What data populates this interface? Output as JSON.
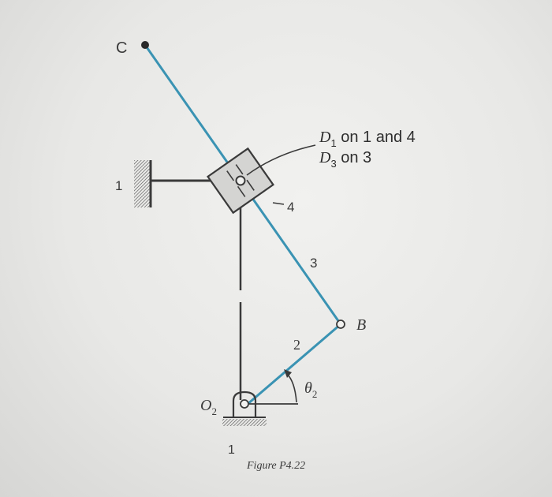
{
  "figure": {
    "caption": "Figure P4.22",
    "points": {
      "C": "C",
      "B": "B",
      "O2": "O",
      "O2_sub": "2"
    },
    "link_labels": {
      "ground_left": "1",
      "ground_bottom": "1",
      "link2": "2",
      "link3": "3",
      "link4": "4"
    },
    "angle": {
      "symbol": "θ",
      "sub": "2"
    },
    "annotation": {
      "line1": {
        "main": "D",
        "sub": "1",
        "rest": " on 1 and 4"
      },
      "line2": {
        "main": "D",
        "sub": "3",
        "rest": " on 3"
      }
    },
    "colors": {
      "link": "#3a93b3",
      "ink": "#3a3a3a",
      "background": "#ededeb"
    }
  }
}
